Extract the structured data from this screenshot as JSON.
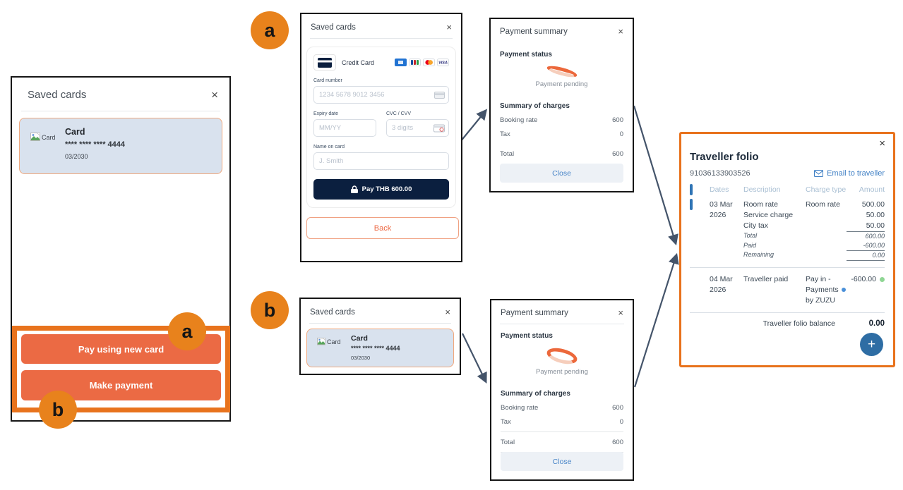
{
  "colors": {
    "accent_orange": "#E8721C",
    "button_orange": "#EB6A44",
    "navy_pay_button": "#0B1F3F",
    "link_blue": "#3F7FC4",
    "close_button_blue": "#4A86C8",
    "fab_blue": "#2E6DA4",
    "arrow": "#44546A",
    "paid_dot_green": "#8FD694",
    "info_dot_blue": "#4A90D9",
    "card_item_bg": "#D9E2EE"
  },
  "icons": {
    "close": "×",
    "add": "+"
  },
  "step_labels": {
    "a": "a",
    "b": "b"
  },
  "saved_card": {
    "image_alt": "Card",
    "name": "Card",
    "masked_number": "**** **** **** 4444",
    "expiry": "03/2030"
  },
  "left_panel": {
    "title": "Saved cards",
    "pay_new_card_button": "Pay using new card",
    "make_payment_button": "Make payment"
  },
  "new_card_panel": {
    "title": "Saved cards",
    "method_label": "Credit Card",
    "visa_text": "VISA",
    "card_number_label": "Card number",
    "card_number_placeholder": "1234 5678 9012 3456",
    "expiry_label": "Expiry date",
    "expiry_placeholder": "MM/YY",
    "cvc_label": "CVC / CVV",
    "cvc_placeholder": "3 digits",
    "name_label": "Name on card",
    "name_placeholder": "J. Smith",
    "pay_button": "Pay THB 600.00",
    "back_button": "Back"
  },
  "saved_cards_panel_b": {
    "title": "Saved cards"
  },
  "payment_summary": {
    "title": "Payment summary",
    "status_heading": "Payment status",
    "status_text": "Payment pending",
    "charges_heading": "Summary of charges",
    "rows": [
      {
        "label": "Booking rate",
        "value": "600"
      },
      {
        "label": "Tax",
        "value": "0"
      }
    ],
    "total_label": "Total",
    "total_value": "600",
    "close_button": "Close"
  },
  "traveller_folio": {
    "title": "Traveller folio",
    "folio_number": "91036133903526",
    "email_link": "Email to traveller",
    "columns": {
      "dates": "Dates",
      "description": "Description",
      "charge_type": "Charge type",
      "amount": "Amount"
    },
    "row1": {
      "date_line1": "03 Mar",
      "date_line2": "2026",
      "lines": [
        {
          "description": "Room rate",
          "charge_type": "Room rate",
          "amount": "500.00"
        },
        {
          "description": "Service charge",
          "amount": "50.00"
        },
        {
          "description": "City tax",
          "amount": "50.00"
        }
      ],
      "totals": [
        {
          "label": "Total",
          "amount": "600.00"
        },
        {
          "label": "Paid",
          "amount": "-600.00"
        },
        {
          "label": "Remaining",
          "amount": "0.00"
        }
      ]
    },
    "row2": {
      "date_line1": "04 Mar",
      "date_line2": "2026",
      "description": "Traveller paid",
      "charge_type_line1": "Pay in -",
      "charge_type_line2": "Payments",
      "charge_type_line3": "by ZUZU",
      "amount": "-600.00"
    },
    "balance_label": "Traveller folio balance",
    "balance_value": "0.00"
  }
}
